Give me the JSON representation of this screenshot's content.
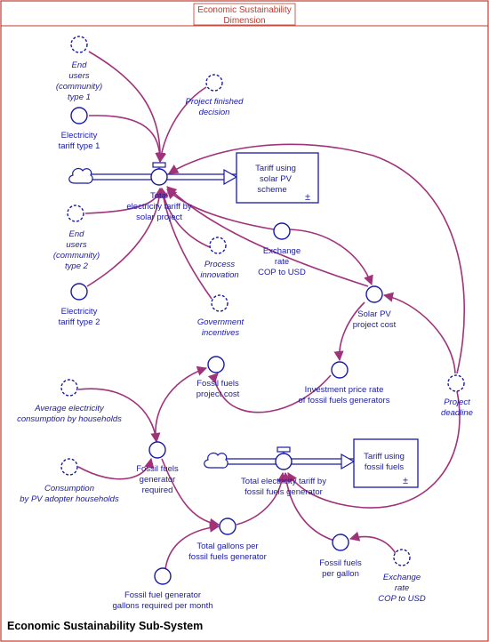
{
  "header": {
    "line1": "Economic Sustainability",
    "line2": "Dimension"
  },
  "title": "Economic Sustainability Sub-System",
  "colors": {
    "node": "#1a1aa6",
    "link": "#a0327a",
    "frame": "#c0392b"
  },
  "nodes": {
    "end_users_1": [
      "End",
      "users",
      "(community)",
      "type 1"
    ],
    "tariff_type_1": [
      "Electricity",
      "tariff type 1"
    ],
    "project_finished": [
      "Project finished",
      "decision"
    ],
    "end_users_2": [
      "End",
      "users",
      "(community)",
      "type 2"
    ],
    "tariff_type_2": [
      "Electricity",
      "tariff type 2"
    ],
    "total_tariff_solar": [
      "Total",
      "electricity tariff by",
      "solar project"
    ],
    "tariff_solar_stock": [
      "Tariff using",
      "solar PV",
      "scheme"
    ],
    "process_innovation": [
      "Process",
      "innovation"
    ],
    "exchange_rate_1": [
      "Exchange",
      "rate",
      "COP to USD"
    ],
    "government_incentives": [
      "Government",
      "incentives"
    ],
    "solar_pv_cost": [
      "Solar PV",
      "project cost"
    ],
    "investment_price": [
      "Investment price rate",
      "of fossil fuels generators"
    ],
    "project_deadline": [
      "Project",
      "deadline"
    ],
    "fossil_project_cost": [
      "Fossil fuels",
      "project cost"
    ],
    "avg_consumption": [
      "Average electricity",
      "consumption by households"
    ],
    "fossil_generator": [
      "Fossil fuels",
      "generator",
      "required"
    ],
    "consumption_pv": [
      "Consumption",
      "by PV adopter households"
    ],
    "total_tariff_fossil": [
      "Total electricity tariff by",
      "fossil fuels generator"
    ],
    "tariff_fossil_stock": [
      "Tariff using",
      "fossil fuels"
    ],
    "total_gallons": [
      "Total gallons per",
      "fossil fuels generator"
    ],
    "fossil_per_gallon": [
      "Fossil fuels",
      "per gallon"
    ],
    "exchange_rate_2": [
      "Exchange",
      "rate",
      "COP to USD"
    ],
    "gallons_month": [
      "Fossil fuel generator",
      "gallons required per month"
    ]
  },
  "stock_symbol": "±"
}
